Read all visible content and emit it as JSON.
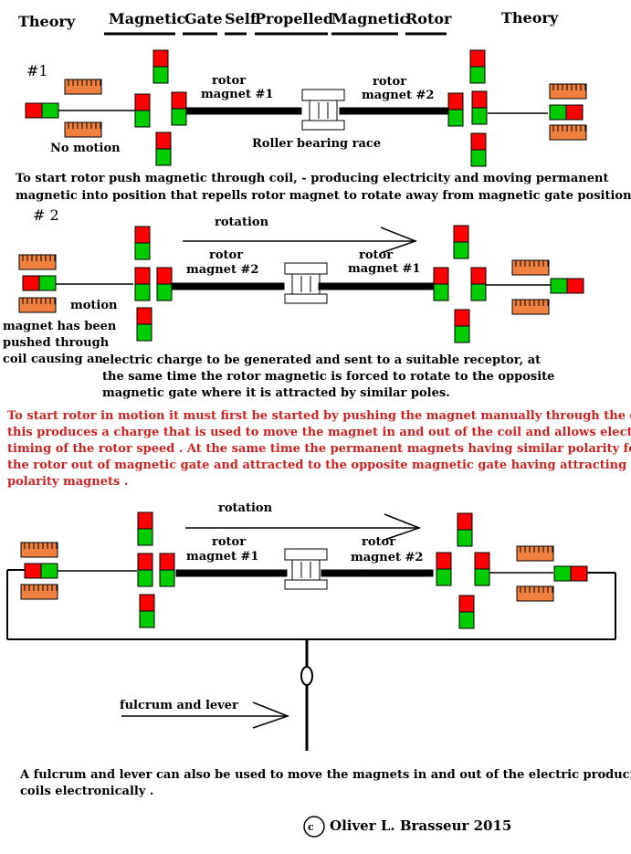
{
  "header": {
    "theory_left": "Theory",
    "title_words": [
      "Magnetic",
      "Gate",
      "Self",
      "Propelled",
      "Magnetic",
      "Rotor"
    ],
    "theory_right": "Theory"
  },
  "colors": {
    "north": "#ff0000",
    "south": "#00cc00",
    "coil": "#f08040",
    "text_red": "#cc2222"
  },
  "section1": {
    "number": "#1",
    "rotor1_l1": "rotor",
    "rotor1_l2": "magnet #1",
    "rotor2_l1": "rotor",
    "rotor2_l2": "magnet #2",
    "no_motion": "No motion",
    "bearing": "Roller bearing race",
    "desc_l1": "To start rotor push magnetic through coil,    - producing electricity and moving permanent",
    "desc_l2": "magnetic into position that repells rotor magnet to rotate away from magnetic gate position."
  },
  "section2": {
    "number": "# 2",
    "rotation": "rotation",
    "rotor_left_l1": "rotor",
    "rotor_left_l2": "magnet #2",
    "rotor_right_l1": "rotor",
    "rotor_right_l2": "magnet #1",
    "motion": "motion",
    "left_l1": "magnet has been",
    "left_l2": "pushed through",
    "left_l3": "coil causing an",
    "desc_l1": "electric charge to be generated and sent to a suitable receptor, at",
    "desc_l2": "the same time the rotor magnetic is forced to rotate to the opposite",
    "desc_l3": "magnetic gate where it is attracted by similar poles."
  },
  "red_paragraph": [
    "To start rotor in motion it must first be  started by pushing the magnet manually through the coil ,",
    "this produces a  charge that is used to move the magnet in and out of the coil and allows electic",
    "timing of the rotor speed . At the same time the permanent magnets having similar polarity forces",
    " the rotor out of magnetic gate and attracted to the opposite magnetic gate having  attracting",
    "polarity magnets ."
  ],
  "section3": {
    "rotation": "rotation",
    "rotor_left_l1": "rotor",
    "rotor_left_l2": "magnet #1",
    "rotor_right_l1": "rotor",
    "rotor_right_l2": "magnet #2",
    "lever": "fulcrum and lever",
    "desc_l1": "A fulcrum and lever can also be used to move the magnets in and out of the electric producing",
    "desc_l2": "coils electronically ."
  },
  "footer": {
    "copyright_symbol": "c",
    "author": "Oliver L. Brasseur 2015"
  }
}
